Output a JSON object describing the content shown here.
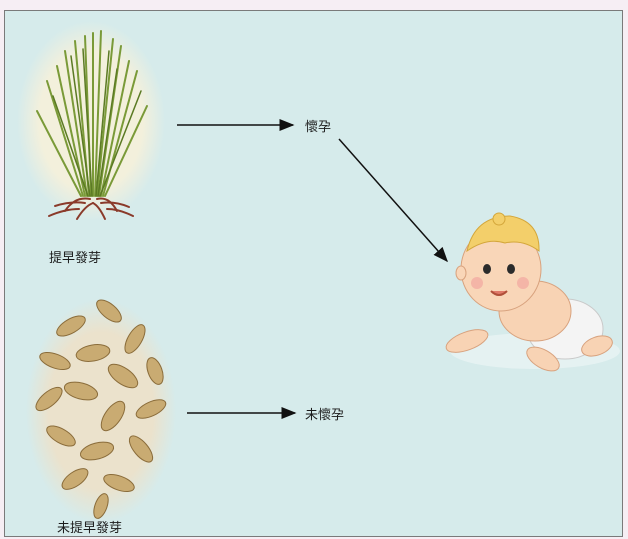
{
  "diagram": {
    "labels": {
      "sprouted_early": "提早發芽",
      "not_sprouted_early": "未提早發芽",
      "pregnant": "懷孕",
      "not_pregnant": "未懷孕"
    },
    "colors": {
      "panel_background": "#d6ebeb",
      "page_background": "#f6eef4",
      "arrow": "#111111",
      "grass_green": "#6f8f2e",
      "root_red": "#8a3a2a",
      "seed_tan": "#c9ab72"
    },
    "icons": [
      "sprouted-wheat-grass-image",
      "wheat-seeds-image",
      "crawling-baby-image"
    ]
  }
}
